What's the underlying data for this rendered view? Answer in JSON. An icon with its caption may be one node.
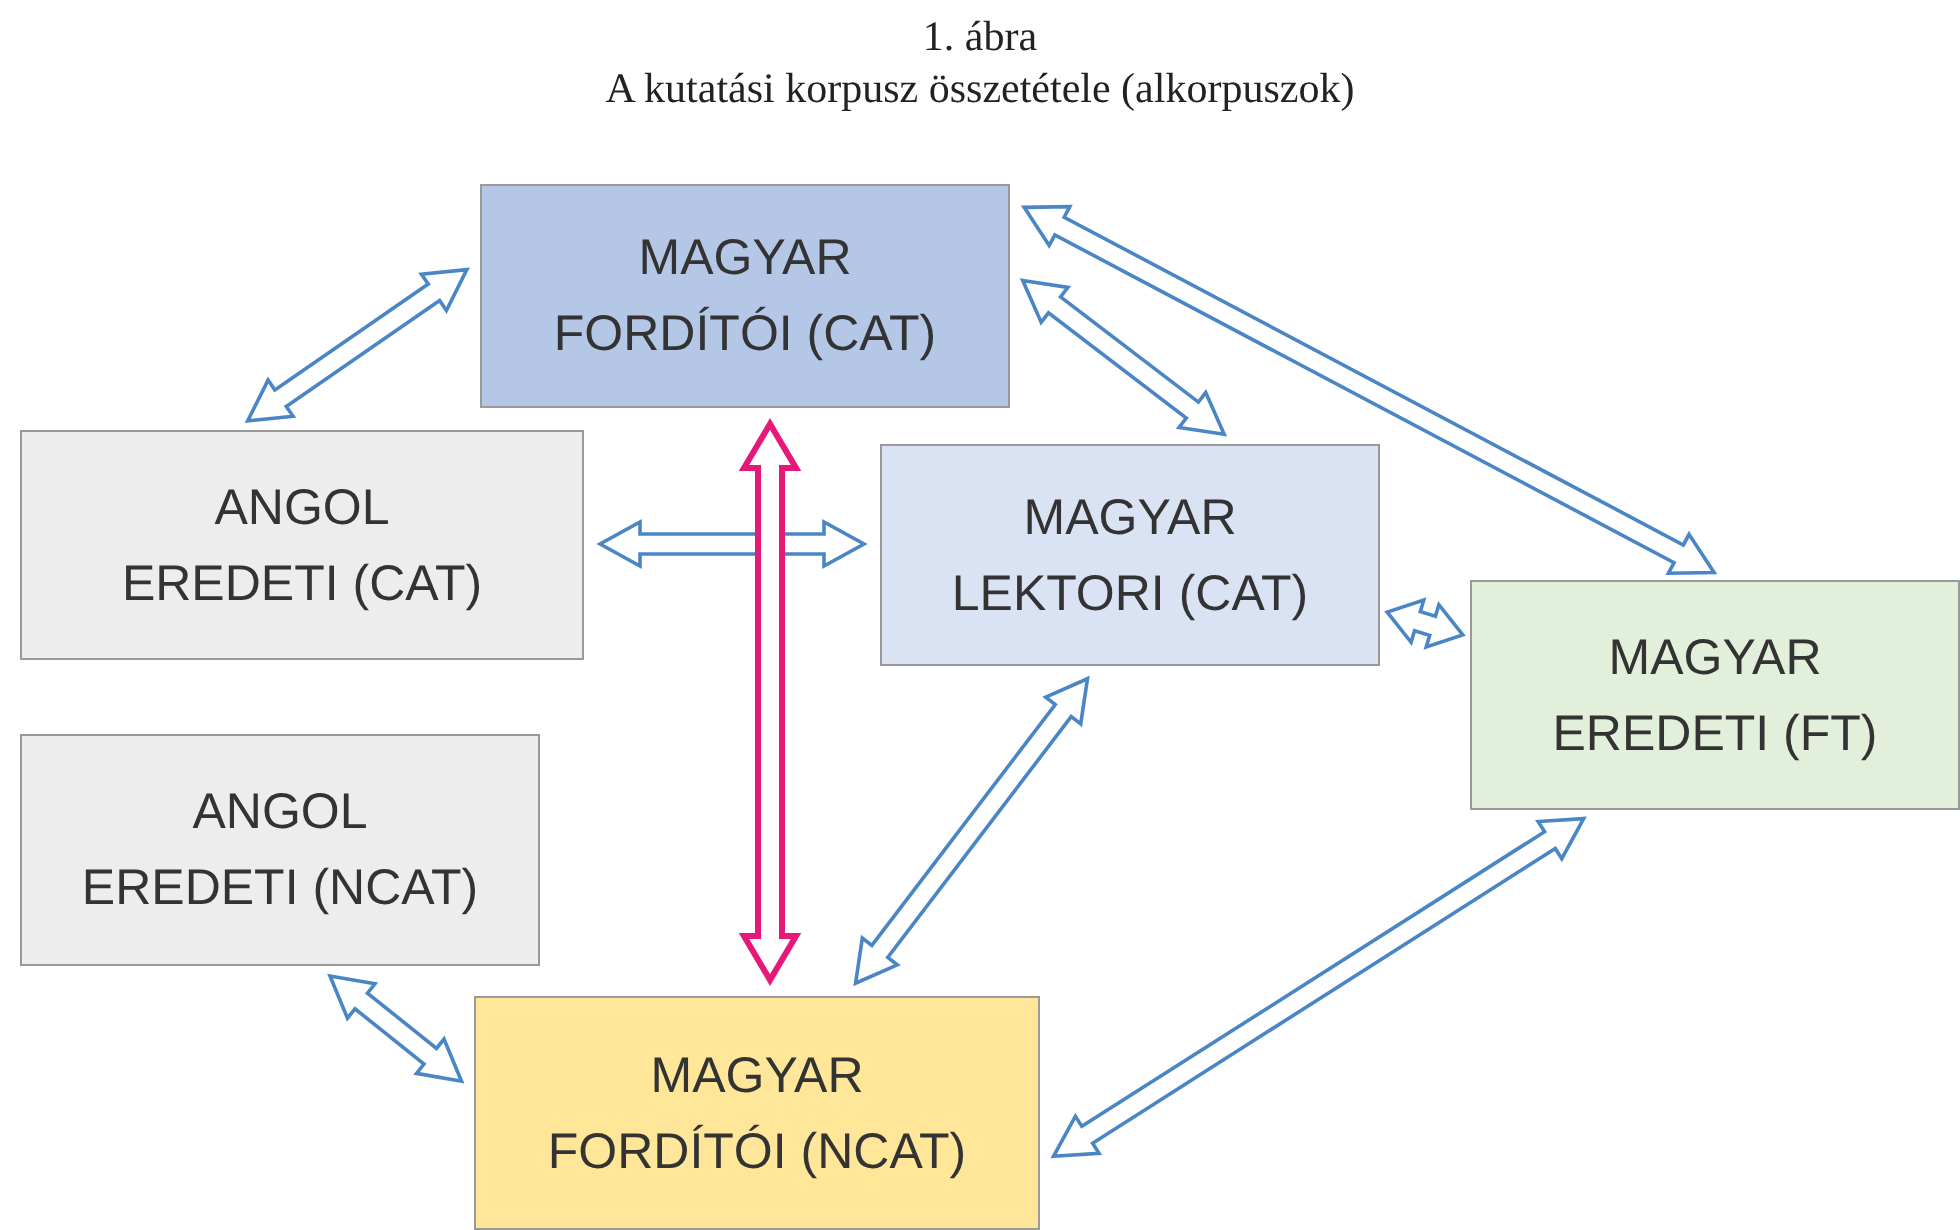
{
  "diagram": {
    "title": "1. ábra",
    "caption": "A kutatási korpusz összetétele (alkorpuszok)",
    "nodes": [
      {
        "text": [
          "MAGYAR FORDÍTÓI (CAT)"
        ]
      },
      {
        "text": [
          "ANGOL EREDETI (CAT)"
        ]
      },
      {
        "text": [
          "MAGYAR LEKTORI (CAT)"
        ]
      },
      {
        "text": [
          "MAGYAR EREDETI (FT)"
        ]
      },
      {
        "text": [
          "ANGOL EREDETI (NCAT)"
        ]
      },
      {
        "text": [
          "MAGYAR FORDÍTÓI (NCAT)"
        ]
      }
    ],
    "edges": [
      {
        "from": 0,
        "to": 1,
        "arrow": "both"
      },
      {
        "from": 1,
        "to": 2,
        "arrow": "both"
      },
      {
        "from": 0,
        "to": 5,
        "arrow": "both",
        "style": "thick",
        "color": "#e6197a"
      },
      {
        "from": 0,
        "to": 2,
        "arrow": "both"
      },
      {
        "from": 0,
        "to": 3,
        "arrow": "both"
      },
      {
        "from": 2,
        "to": 3,
        "arrow": "both"
      },
      {
        "from": 2,
        "to": 5,
        "arrow": "both"
      },
      {
        "from": 4,
        "to": 5,
        "arrow": "both"
      },
      {
        "from": 5,
        "to": 3,
        "arrow": "both"
      }
    ]
  }
}
